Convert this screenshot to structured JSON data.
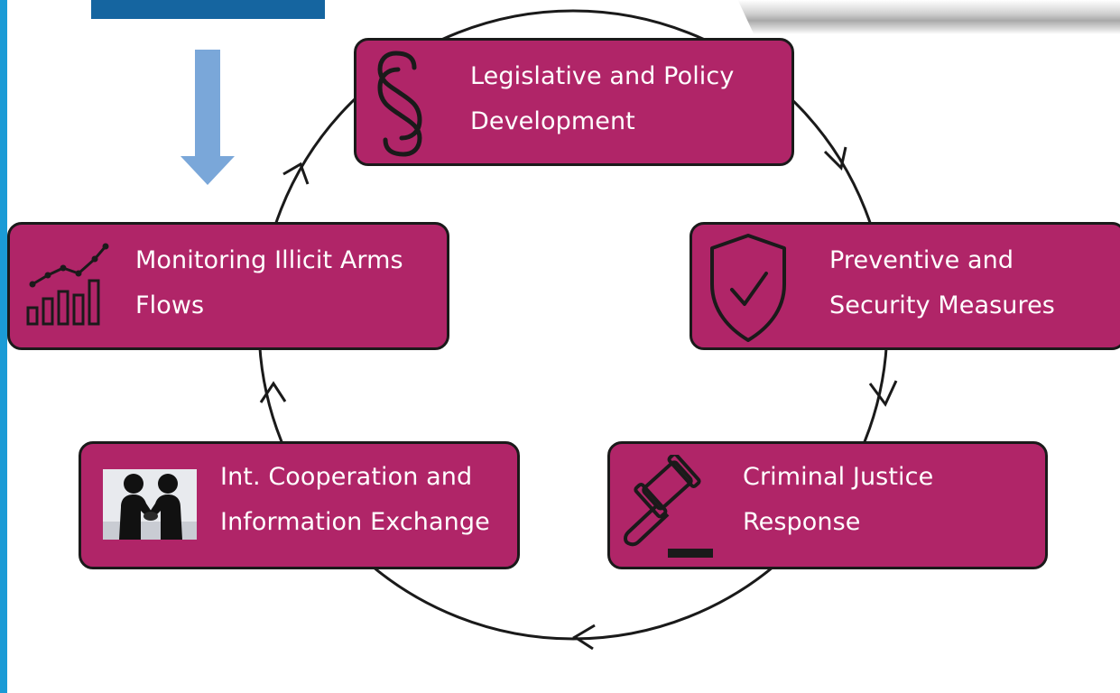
{
  "diagram": {
    "stages": [
      {
        "id": "legislative",
        "icon": "section-sign-icon",
        "lines": [
          "Legislative and Policy",
          "Development"
        ]
      },
      {
        "id": "preventive",
        "icon": "shield-check-icon",
        "lines": [
          "Preventive and",
          "Security Measures"
        ]
      },
      {
        "id": "criminal",
        "icon": "gavel-icon",
        "lines": [
          "Criminal Justice",
          "Response"
        ]
      },
      {
        "id": "cooperation",
        "icon": "handshake-figures-icon",
        "lines": [
          "Int. Cooperation and",
          "Information Exchange"
        ]
      },
      {
        "id": "monitoring",
        "icon": "rising-chart-icon",
        "lines": [
          "Monitoring Illicit Arms",
          "Flows"
        ]
      }
    ],
    "flow": "clockwise",
    "colors": {
      "box_fill": "#b02568",
      "box_border": "#1a1a1a",
      "cycle_line": "#1a1a1a",
      "down_arrow": "#7aa7d9",
      "title_block": "#1565a0",
      "left_accent": "#1b9bd6"
    }
  }
}
